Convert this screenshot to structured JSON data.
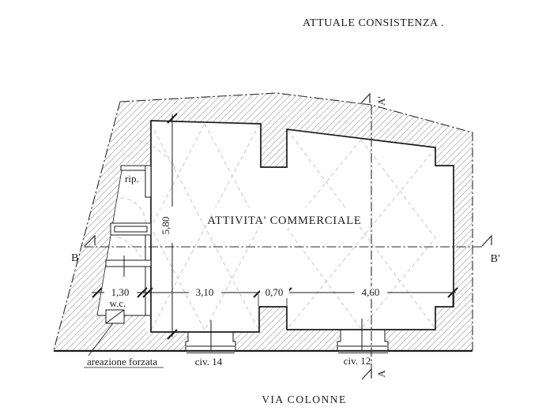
{
  "header": {
    "title": "ATTUALE CONSISTENZA ."
  },
  "footer": {
    "street": "VIA COLONNE"
  },
  "plan": {
    "main_room_label": "ATTIVITA' COMMERCIALE",
    "storage_label": "rip.",
    "wc_label": "w.c.",
    "vent_note": "areazione forzata",
    "entrances": {
      "left": "civ. 14",
      "right": "civ. 12"
    },
    "section_markers": {
      "b": "B",
      "b_prime": "B'",
      "a_prime": "A'",
      "a": "A"
    },
    "dimensions": {
      "room_depth": "5,80",
      "wc_width": "1,30",
      "bay_left": "3,10",
      "pier": "0,70",
      "bay_right": "4,60"
    }
  },
  "colors": {
    "ink": "#1a1a1a",
    "hatch": "#b5b5b5",
    "guide": "#c6c6c6"
  }
}
